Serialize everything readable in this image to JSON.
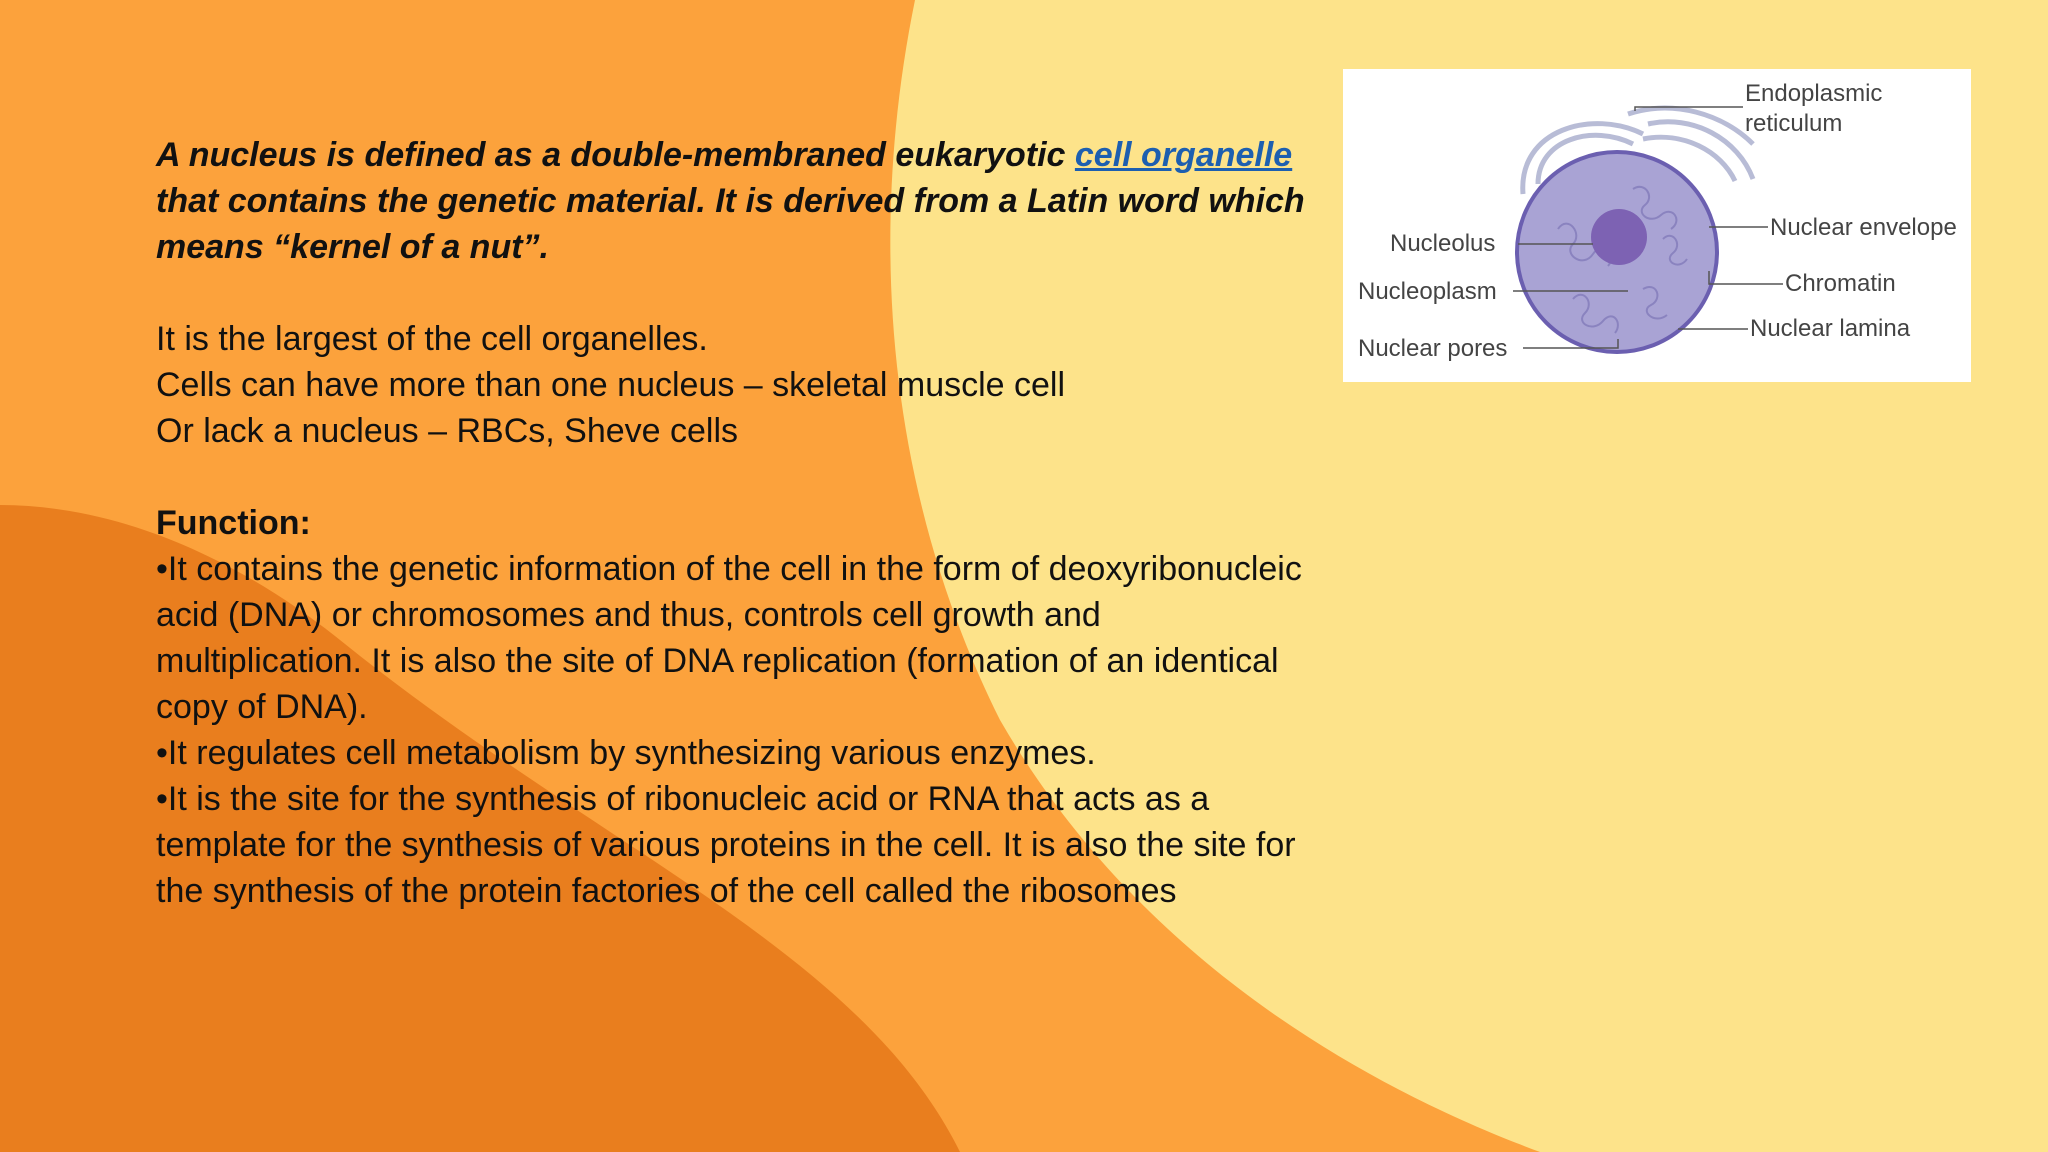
{
  "colors": {
    "orange_light": "#fca23c",
    "orange_dark": "#e97e1e",
    "yellow": "#fde38a",
    "link": "#1d5fb0"
  },
  "intro": {
    "part1": "A nucleus is defined as a double-membraned eukaryotic ",
    "link_text": "cell organelle",
    "part2": " that contains the genetic material. It is derived from a Latin word which means “kernel of a nut”."
  },
  "facts": [
    "It is the largest of the cell organelles.",
    "Cells can have more than one nucleus – skeletal muscle cell",
    "Or lack a nucleus – RBCs, Sheve cells"
  ],
  "function": {
    "title": "Function:",
    "bullets": [
      "•It contains the genetic information of the cell in the form of deoxyribonucleic acid (DNA) or chromosomes and thus, controls cell growth and multiplication. It is also the site of DNA replication (formation of an identical copy of DNA).",
      "•It regulates cell metabolism by synthesizing various enzymes.",
      "•It is the site for the synthesis of ribonucleic acid or RNA that acts as a template for the synthesis of various proteins in the cell. It is also the site for the synthesis of the protein factories of the cell called the ribosomes"
    ]
  },
  "diagram": {
    "labels": {
      "er_line1": "Endoplasmic",
      "er_line2": "reticulum",
      "nuclear_envelope": "Nuclear envelope",
      "chromatin": "Chromatin",
      "nuclear_lamina": "Nuclear lamina",
      "nucleolus": "Nucleolus",
      "nucleoplasm": "Nucleoplasm",
      "nuclear_pores": "Nuclear pores"
    }
  }
}
